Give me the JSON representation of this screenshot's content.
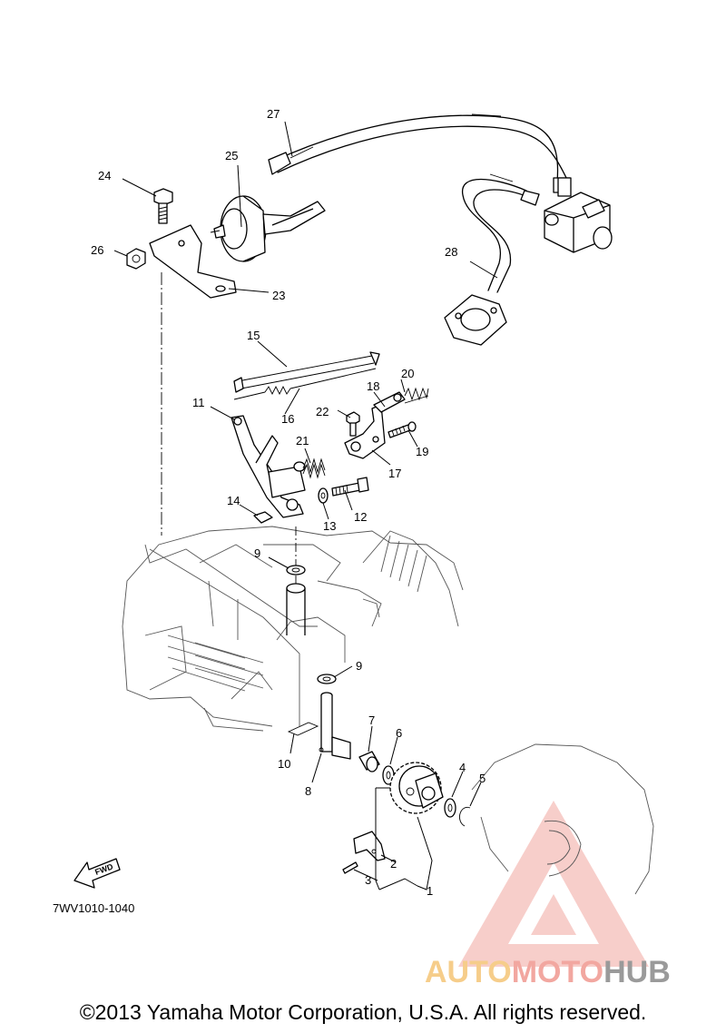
{
  "diagram_code": "7WV1010-1040",
  "copyright": "©2013 Yamaha Motor Corporation, U.S.A. All rights reserved.",
  "fwd_label": "FWD",
  "watermark": {
    "part1": "AUTO",
    "part2": "MOTO",
    "part3": "HUB",
    "color_auto": "#f6cd8a",
    "color_moto": "#f2a7a0",
    "color_hub": "#9a9a9a",
    "triangle_color": "#f2a7a0"
  },
  "callouts": [
    "1",
    "2",
    "3",
    "4",
    "5",
    "6",
    "7",
    "8",
    "9",
    "9",
    "10",
    "11",
    "12",
    "13",
    "14",
    "15",
    "16",
    "17",
    "18",
    "19",
    "20",
    "21",
    "22",
    "23",
    "24",
    "25",
    "26",
    "27",
    "28"
  ]
}
